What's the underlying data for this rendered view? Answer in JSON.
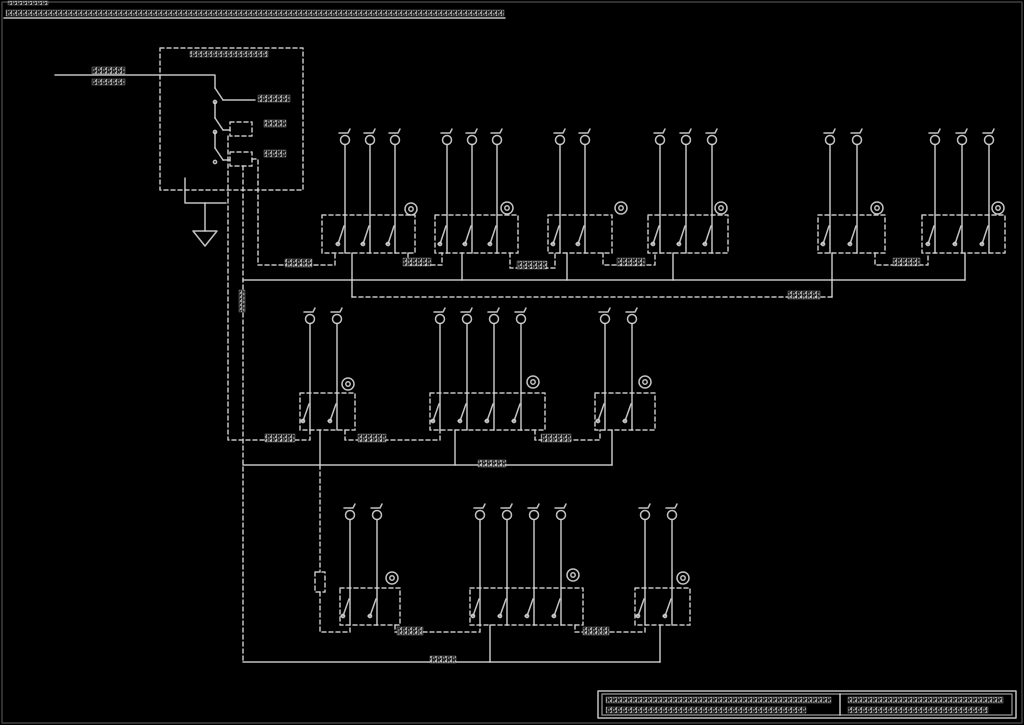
{
  "colors": {
    "background": "#000000",
    "ink": "#d6d6d6"
  },
  "rows": [
    {
      "lamp_counts": [
        3,
        3,
        2,
        3,
        2,
        3
      ]
    },
    {
      "lamp_counts": [
        2,
        4,
        2
      ]
    },
    {
      "lamp_counts": [
        2,
        4,
        2
      ]
    }
  ]
}
